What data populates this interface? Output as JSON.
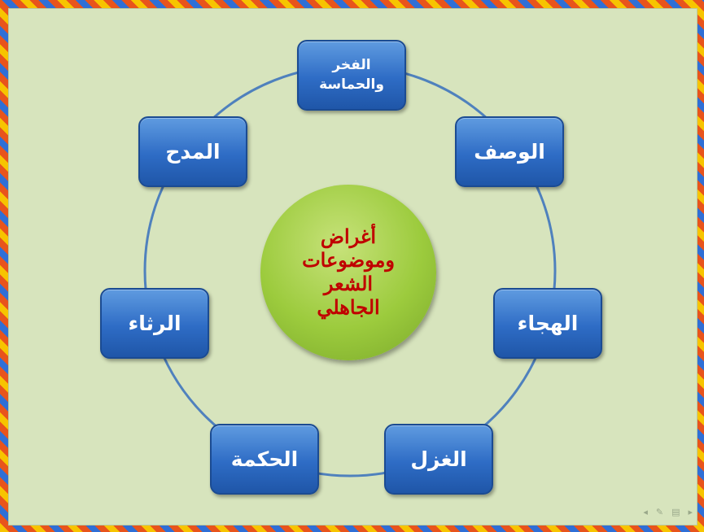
{
  "colors": {
    "background": "#d7e4bd",
    "node_fill": "#2e6cc5",
    "center_fill": "#9ccb3d",
    "center_text": "#c00000",
    "ring": "#4f81bd"
  },
  "diagram": {
    "center": {
      "label": "أغراض\nوموضوعات\nالشعر\nالجاهلي"
    },
    "nodes": [
      {
        "key": "pride",
        "label": "الفخر\nوالحماسة"
      },
      {
        "key": "desc",
        "label": "الوصف"
      },
      {
        "key": "satire",
        "label": "الهجاء"
      },
      {
        "key": "love",
        "label": "الغزل"
      },
      {
        "key": "wisdom",
        "label": "الحكمة"
      },
      {
        "key": "elegy",
        "label": "الرثاء"
      },
      {
        "key": "praise",
        "label": "المدح"
      }
    ]
  }
}
